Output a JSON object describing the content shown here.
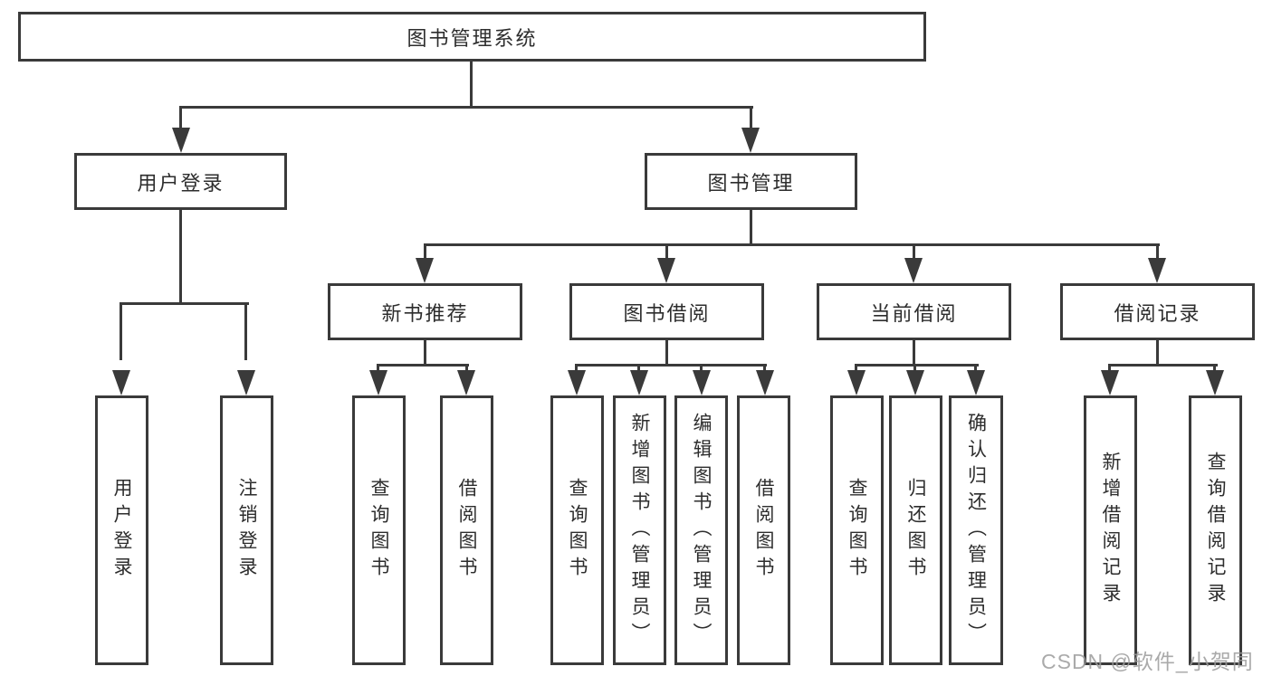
{
  "diagram": {
    "root": {
      "label": "图书管理系统"
    },
    "branches": [
      {
        "label": "用户登录",
        "children": [
          {
            "label": "用户登录"
          },
          {
            "label": "注销登录"
          }
        ]
      },
      {
        "label": "图书管理",
        "children": [
          {
            "label": "新书推荐",
            "children": [
              {
                "label": "查询图书"
              },
              {
                "label": "借阅图书"
              }
            ]
          },
          {
            "label": "图书借阅",
            "children": [
              {
                "label": "查询图书"
              },
              {
                "label": "新增图书（管理员）"
              },
              {
                "label": "编辑图书（管理员）"
              },
              {
                "label": "借阅图书"
              }
            ]
          },
          {
            "label": "当前借阅",
            "children": [
              {
                "label": "查询图书"
              },
              {
                "label": "归还图书"
              },
              {
                "label": "确认归还（管理员）"
              }
            ]
          },
          {
            "label": "借阅记录",
            "children": [
              {
                "label": "新增借阅记录"
              },
              {
                "label": "查询借阅记录"
              }
            ]
          }
        ]
      }
    ]
  },
  "watermark": {
    "text": "CSDN @软件_小贺同学"
  },
  "colors": {
    "line": "#3a3a3a",
    "text": "#2d2d2d",
    "background": "#ffffff",
    "watermark": "#9b9b9b"
  }
}
